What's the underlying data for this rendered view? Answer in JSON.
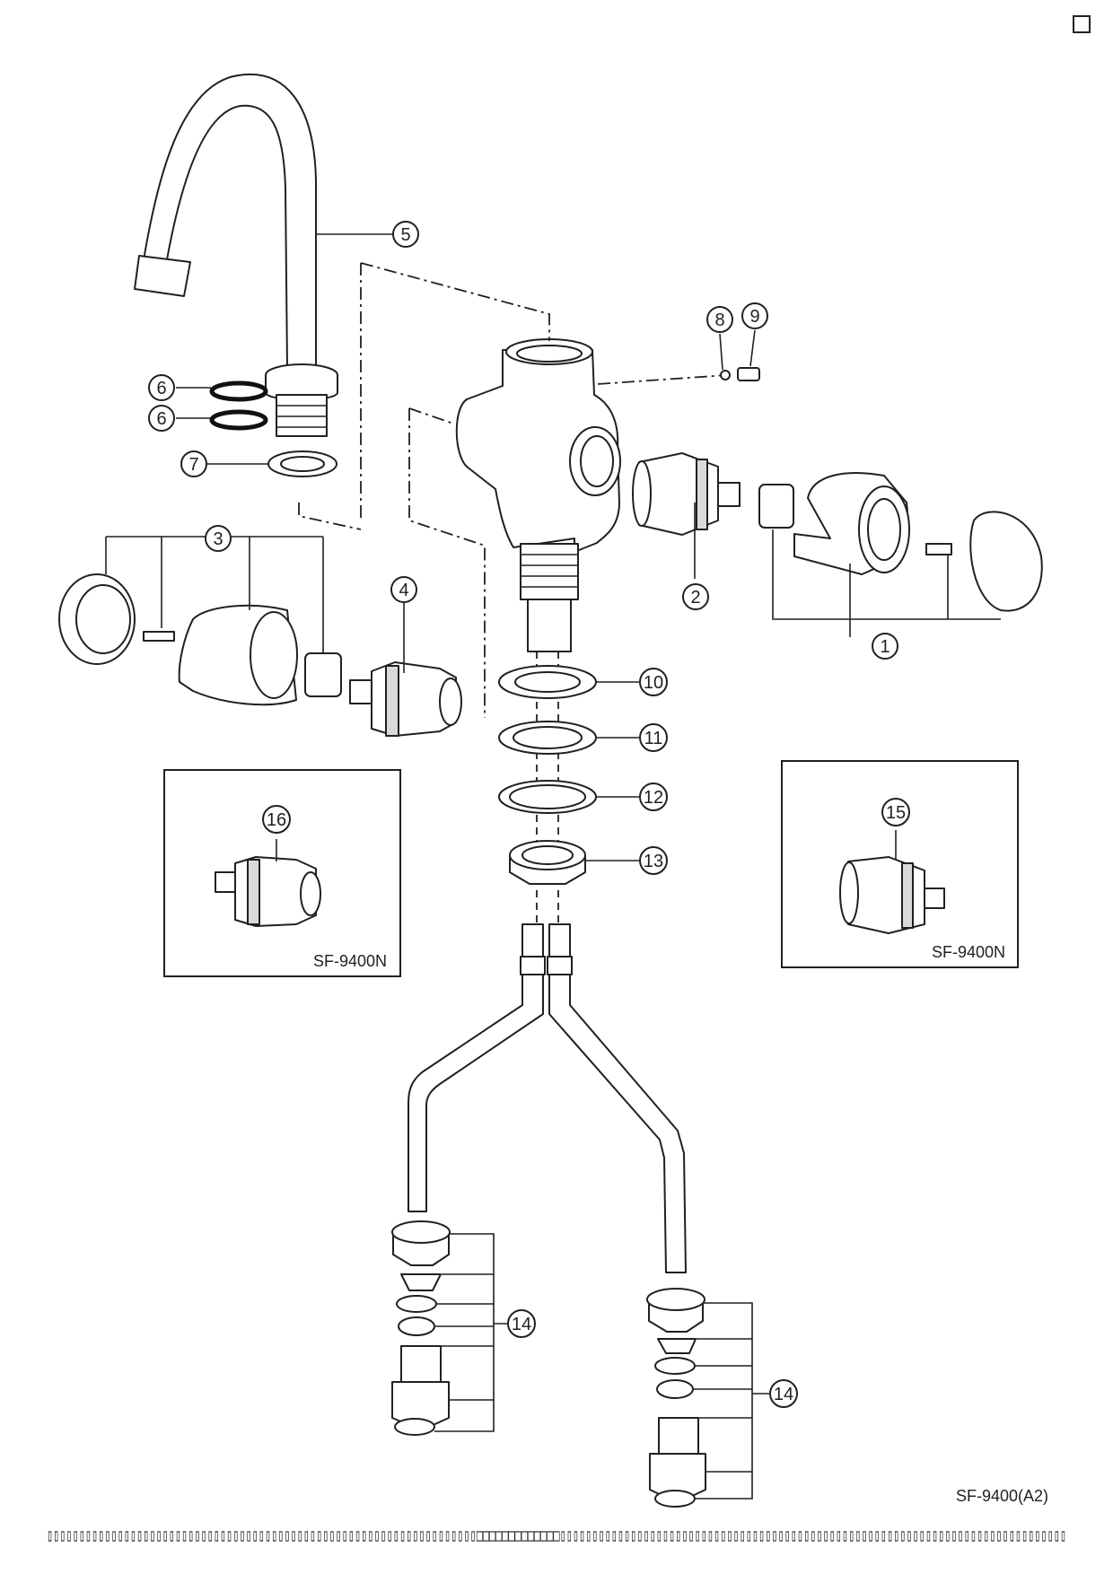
{
  "corner_mark": "□",
  "callouts": [
    "1",
    "2",
    "3",
    "4",
    "5",
    "6",
    "6",
    "7",
    "8",
    "9",
    "10",
    "11",
    "12",
    "13",
    "14",
    "14",
    "15",
    "16"
  ],
  "inset_left_model": "SF-9400N",
  "inset_right_model": "SF-9400N",
  "drawing_code": "SF-9400(A2)",
  "footer_line": "▯▯▯▯▯▯▯▯▯▯▯▯▯▯▯▯▯▯▯▯▯▯▯▯▯▯▯▯▯▯▯▯▯▯▯▯▯▯▯▯▯▯▯▯▯▯▯▯▯▯▯▯▯▯▯▯▯▯▯▯▯▯▯▯▯▯▯□□□□□□□□□□□□□▯▯▯▯▯▯▯▯▯▯▯▯▯▯▯▯▯▯▯▯▯▯▯▯▯▯▯▯▯▯▯▯▯▯▯▯▯▯▯▯▯▯▯▯▯▯▯▯▯▯▯▯▯▯▯▯▯▯▯▯▯▯▯▯▯▯▯▯▯▯▯▯▯▯▯▯▯▯▯"
}
